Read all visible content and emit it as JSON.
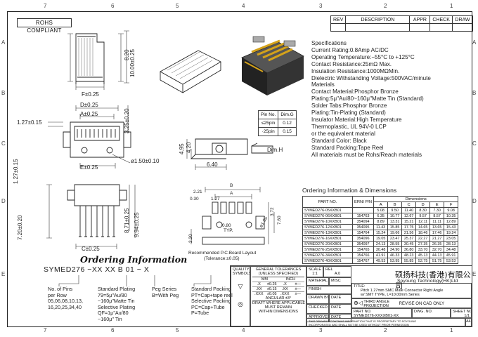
{
  "zones": {
    "cols": [
      "7",
      "6",
      "5",
      "4",
      "3",
      "2",
      "1"
    ],
    "cols_bottom": [
      "7",
      "6",
      "5",
      "4",
      "3",
      "2",
      "1"
    ],
    "rows": [
      "A",
      "B",
      "C",
      "D",
      "E"
    ]
  },
  "rohs": "ROHS COMPLIANT",
  "rev_header": {
    "rev": "REV",
    "description": "DESCRIPTION",
    "appr": "APPR",
    "check": "CHECK",
    "draw": "DRAW"
  },
  "specs": [
    "Specifications",
    "Current Rating:0.8Amp AC/DC",
    "Operating Temperature:−55°C to +125°C",
    "Contact Resistance:25mΩ Max.",
    "Insulation Resistance:1000MΩMin.",
    "Dielectric Withstanding Voltage:500VAC/minute",
    "Materials",
    "Contact Material:Phosphor Bronze",
    "Plating:5μ\"Au/80~160μ\"Matte Tin (Standard)",
    "Solder Tabs:Phosphor Bronze",
    "Plating:Tin-Plating (Standard)",
    "Insulator Material:High Temperature",
    "Thermoplastic, UL 94V-0 LCP",
    "or the equivalent material",
    "Standard Color: Black",
    "Standard Packing:Tape Reel",
    "All materials must be Rohs/Reach materials"
  ],
  "pin_table": {
    "headers": [
      "Pin No.",
      "Dim.G"
    ],
    "rows": [
      [
        "≤25pin",
        "0.12"
      ],
      [
        "·25pin",
        "0.15"
      ]
    ]
  },
  "dims": {
    "d820": "8.20",
    "d1000": "10.00±0.25",
    "f": "F±0.25",
    "d": "D±0.25",
    "a": "A±0.25",
    "d127a": "1.27±0.15",
    "d325": "3.25±0.20",
    "e": "E±0.25",
    "hole": "ø1.50±0.10",
    "d127b": "1.27±0.15",
    "d720": "7.20±0.20",
    "d871": "8.71±0.25",
    "d994": "9.94±0.25",
    "c": "C±0.25",
    "d495": "4.95",
    "d420": "4.20",
    "d640": "6.40",
    "dimh": "Dim.H",
    "b": "B",
    "pa": "A",
    "d221": "2.21",
    "d030": "0.30",
    "d127c": "1.27",
    "d760": "7.60",
    "d372": "3.72",
    "d165": "ø1.65",
    "d080": "0.80",
    "typ": "TYP.",
    "d220": "2.20",
    "layout_note1": "Recommended P.C.Board Layout",
    "layout_note2": "(Tolerance:±0.05)"
  },
  "ordering_table": {
    "title": "Ordering Information & Dimensions",
    "headers": [
      "PART NO.",
      "ERNI P/N",
      "A",
      "B",
      "C",
      "D",
      "E",
      "F"
    ],
    "dimensions_label": "Dimensions",
    "rows": [
      [
        "SYMED276-05XXB01",
        "",
        "5.08",
        "9.50",
        "11.40",
        "8.30",
        "7.30",
        "9.08"
      ],
      [
        "SYMED276-06XXB01",
        "154763",
        "6.35",
        "10.77",
        "12.67",
        "9.57",
        "8.57",
        "10.35"
      ],
      [
        "SYMED276-10XXB01",
        "354094",
        "8.89",
        "13.31",
        "15.21",
        "12.11",
        "11.11",
        "12.89"
      ],
      [
        "SYMED276-12XXB01",
        "354095",
        "11.43",
        "15.85",
        "17.75",
        "14.65",
        "13.65",
        "15.43"
      ],
      [
        "SYMED276-13XXB01",
        "154764",
        "15.24",
        "19.66",
        "21.56",
        "18.46",
        "17.46",
        "19.24"
      ],
      [
        "SYMED276-16XXB01",
        "354096",
        "19.05",
        "23.47",
        "25.37",
        "22.27",
        "21.27",
        "23.05"
      ],
      [
        "SYMED276-20XXB01",
        "354097",
        "24.13",
        "28.55",
        "30.45",
        "27.35",
        "26.35",
        "28.13"
      ],
      [
        "SYMED276-25XXB01",
        "154765",
        "30.48",
        "34.90",
        "36.80",
        "33.70",
        "32.70",
        "34.48"
      ],
      [
        "SYMED276-34XXB01",
        "154766",
        "41.91",
        "46.33",
        "48.23",
        "45.13",
        "44.13",
        "45.91"
      ],
      [
        "SYMED276-40XXB01",
        "154767",
        "49.53",
        "53.95",
        "55.85",
        "52.75",
        "51.75",
        "53.53"
      ]
    ]
  },
  "ordering": {
    "heading": "Ordering Information",
    "code": "SYMED276 −XX     XX      B  01 − X",
    "pins": [
      "No. of Pins",
      "per Row",
      "05,06,08,10,13,",
      "16,20,25,34,40"
    ],
    "plating": [
      "Standard Plating",
      "79=5μ\"Au/80",
      "~160μ\"Matte Tin",
      "Selective Plating",
      "QF=1μ\"Au/80",
      "~160μ\" Tin"
    ],
    "peg": [
      "Peg Series",
      "B=With Peg"
    ],
    "packing": [
      "Standard Packing",
      "PT=Cap+tape reel",
      "Selective Packing",
      "PC=Cap+Tube",
      "P=Tube"
    ]
  },
  "title_block": {
    "quality": "QUALITY",
    "symbols": "SYMBOLS",
    "gen_tol": "GENERAL TOLERANCES",
    "unless": "(UNLESS SPECIFIED)",
    "mm": "MM",
    "inch": "INCH",
    "tol_rows": [
      [
        ".X",
        "±0.25",
        ".X",
        "±—"
      ],
      [
        ".XX",
        "±0.15",
        ".XX",
        "±—"
      ],
      [
        ".XXX",
        "±0.05",
        ".XXX",
        "±—"
      ]
    ],
    "angular": "ANGULAR  ±3°",
    "draft": "DRAFT WHERE APPLICABLE",
    "must": "MUST REMAIN",
    "within": "WITHIN DIMENSIONS",
    "scale": "SCALE",
    "scale_val": "1:1",
    "rel": "REL",
    "rel_val": "A.0",
    "material": "MATERIAL",
    "misc": "MISC",
    "finish": "FINISH",
    "drawn_by": "DRAWN BY",
    "checked_by": "CHECKED BY",
    "approved_by": "APPROVED BY",
    "date": "DATE",
    "company_cn": "硕扬科技(香港)有限公司",
    "company_en": "Soyoung Technology(HK)Ltd",
    "title_lbl": "TITLE:",
    "title1": "Pitch 1.27mm SMC Male Connector Right Angle",
    "title2": "w/ SMT TYPE, L=10.00mm Series",
    "third_angle": "THIRD ANGLE",
    "projection": "PROJECTION",
    "revise": "REVISE ON CAD ONLY",
    "part_no_lbl": "PART NO.",
    "part_no": "SYMED276-XXXXB01-XX",
    "dwg_no": "DWG. NO.",
    "sheet_no": "SHEET NO.",
    "sheet_val": "1/1",
    "confidential1": "THIS DRAWING CONTAINS INFORMATION THAT IS PROPRIETARY TO SOYOUNG",
    "confidential2": "INCORPORATED AND SHALL NOT BE USED WITHOUT PRIOR PERMISSION",
    "size": "A4"
  }
}
